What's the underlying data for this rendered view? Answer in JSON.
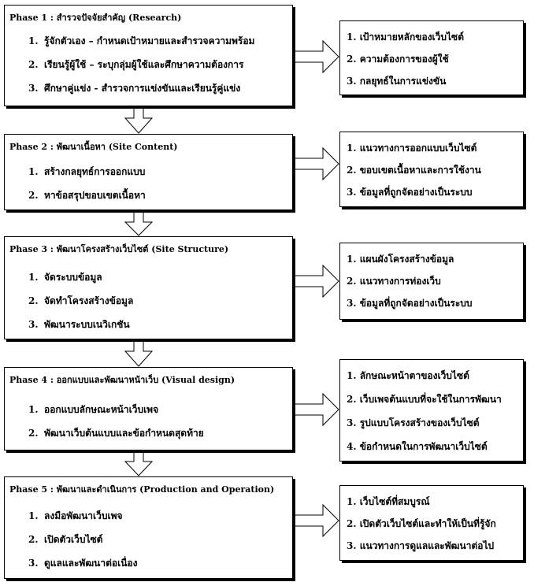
{
  "phases": [
    {
      "title": "Phase 1 : สำรวจปัจจัยสำคัญ  (Research)",
      "steps": [
        {
          "num": "1.",
          "text": "รู้จักตัวเอง  – กำหนดเป้าหมายและสำรวจความพร้อม"
        },
        {
          "num": "2.",
          "text": "เรียนรู้ผู้ใช้ – ระบุกลุ่มผู้ใช้และศึกษาความต้องการ"
        },
        {
          "num": "3.",
          "text": "ศึกษาคู่แข่ง - สำรวจการแข่งขันและเรียนรู้คู่แข่ง"
        }
      ],
      "outputs": [
        "1. เป้าหมายหลักของเว็บไซต์",
        "2. ความต้องการของผู้ใช้",
        "3. กลยุทธ์ในการแข่งขัน"
      ]
    },
    {
      "title": "Phase 2 : พัฒนาเนื้อหา (Site Content)",
      "steps": [
        {
          "num": "1.",
          "text": "สร้างกลยุทธ์การออกแบบ"
        },
        {
          "num": "2.",
          "text": "หาข้อสรุปขอบเขตเนื้อหา"
        }
      ],
      "outputs": [
        "1. แนวทางการออกแบบเว็บไซต์",
        "2. ขอบเขตเนื้อหาและการใช้งาน",
        "3. ข้อมูลที่ถูกจัดอย่างเป็นระบบ"
      ]
    },
    {
      "title": "Phase 3 : พัฒนาโครงสร้างเว็บไซต์  (Site Structure)",
      "steps": [
        {
          "num": "1.",
          "text": "จัดระบบข้อมูล"
        },
        {
          "num": "2.",
          "text": "จัดทำโครงสร้างข้อมูล"
        },
        {
          "num": "3.",
          "text": "พัฒนาระบบเนวิเกชัน"
        }
      ],
      "outputs": [
        "1. แผนผังโครงสร้างข้อมูล",
        "2. แนวทางการท่องเว็บ",
        "3. ข้อมูลที่ถูกจัดอย่างเป็นระบบ"
      ]
    },
    {
      "title": "Phase 4 : ออกแบบและพัฒนาหน้าเว็บ  (Visual design)",
      "steps": [
        {
          "num": "1.",
          "text": "ออกแบบลักษณะหน้าเว็บเพจ"
        },
        {
          "num": "2.",
          "text": "พัฒนาเว็บต้นแบบและข้อกำหนดสุดท้าย"
        }
      ],
      "outputs": [
        "1. ลักษณะหน้าตาของเว็บไซต์",
        "2. เว็บเพจต้นแบบที่จะใช้ในการพัฒนา",
        "3. รูปแบบโครงสร้างของเว็บไซต์",
        "4. ข้อกำหนดในการพัฒนาเว็บไซต์"
      ]
    },
    {
      "title": "Phase 5 : พัฒนาและดำเนินการ  (Production and Operation)",
      "steps": [
        {
          "num": "1.",
          "text": "ลงมือพัฒนาเว็บเพจ"
        },
        {
          "num": "2.",
          "text": "เปิดตัวเว็บไซต์"
        },
        {
          "num": "3.",
          "text": "ดูแลและพัฒนาต่อเนื่อง"
        }
      ],
      "outputs": [
        "1. เว็บไซต์ที่สมบูรณ์",
        "2. เปิดตัวเว็บไซต์และทำให้เป็นที่รู้จัก",
        "3. แนวทางการดูแลและพัฒนาต่อไป"
      ]
    }
  ]
}
